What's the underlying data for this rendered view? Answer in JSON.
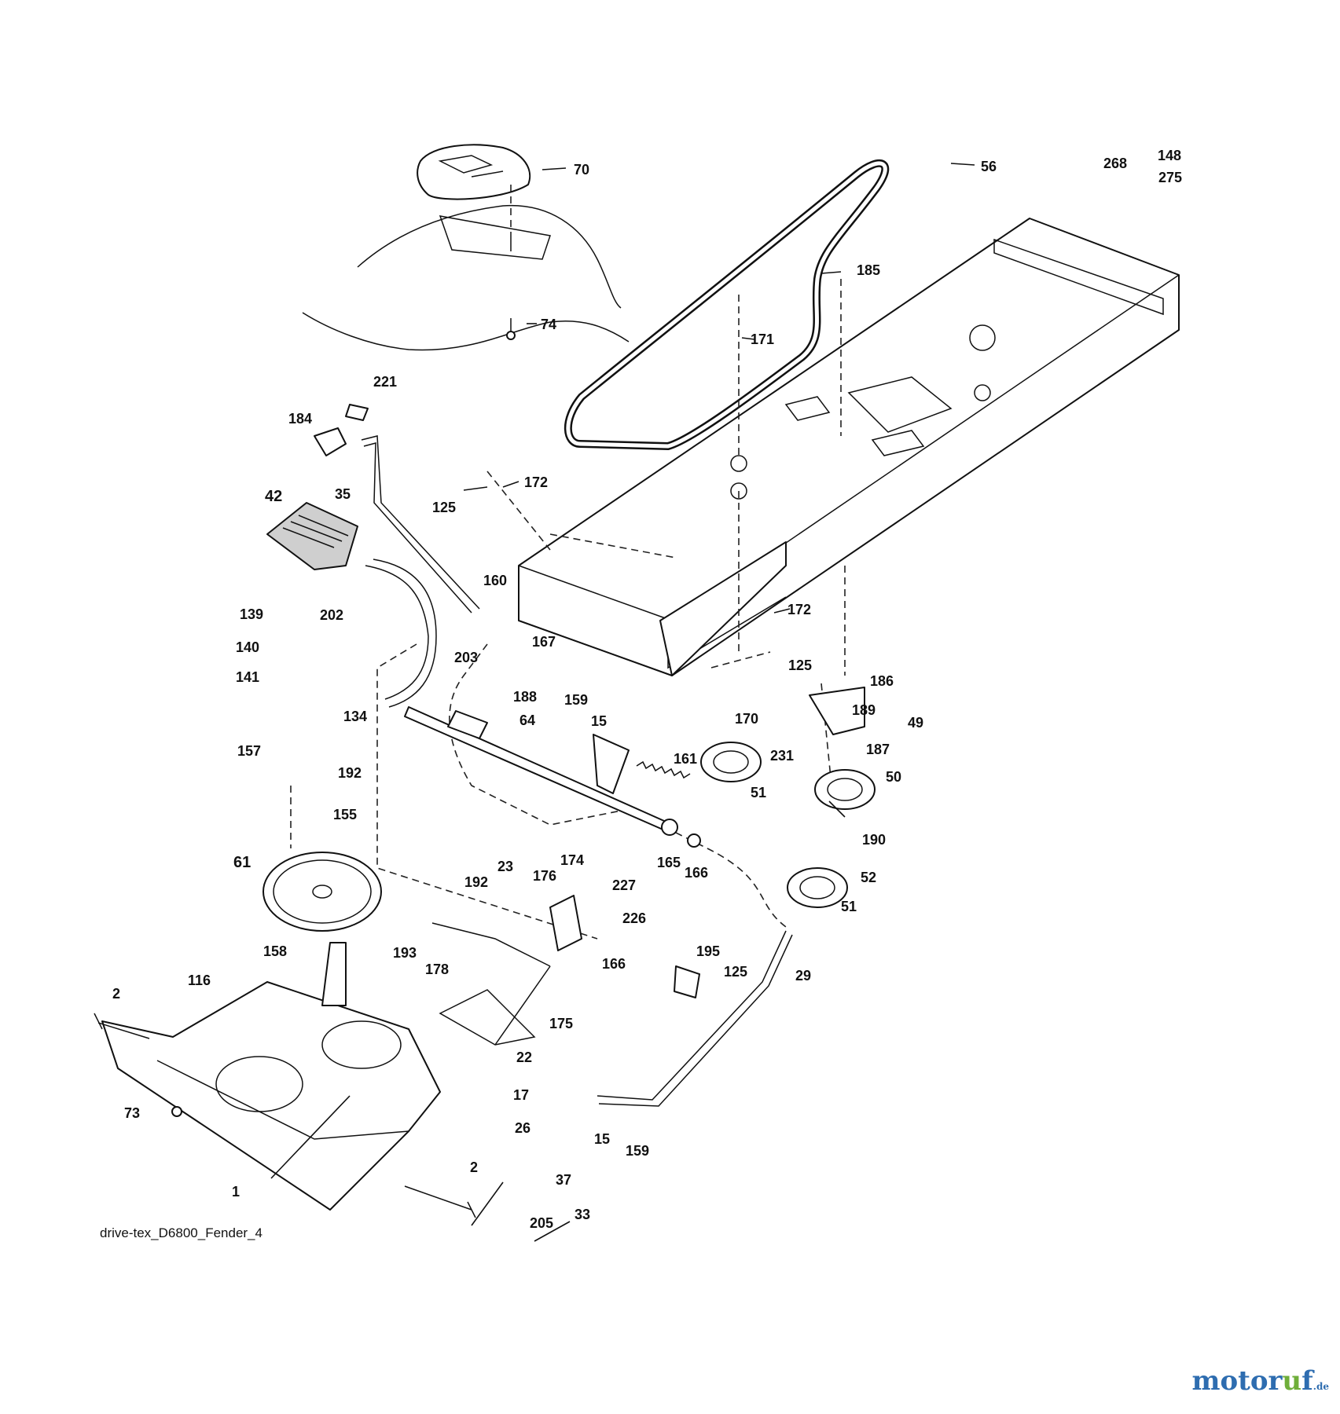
{
  "diagram": {
    "caption": "drive-tex_D6800_Fender_4",
    "watermark": {
      "brand_part1": "motor",
      "brand_o": "u",
      "brand_part2": "f",
      "tld": ".de"
    },
    "callouts": [
      "70",
      "56",
      "268",
      "148",
      "275",
      "185",
      "74",
      "171",
      "221",
      "184",
      "35",
      "42",
      "172",
      "125",
      "160",
      "203",
      "167",
      "139",
      "202",
      "140",
      "141",
      "134",
      "157",
      "192",
      "188",
      "64",
      "159",
      "15",
      "161",
      "170",
      "231",
      "51",
      "172",
      "125",
      "186",
      "189",
      "49",
      "187",
      "50",
      "190",
      "155",
      "61",
      "165",
      "166",
      "23",
      "176",
      "174",
      "192",
      "227",
      "226",
      "158",
      "193",
      "178",
      "166",
      "175",
      "22",
      "116",
      "2",
      "73",
      "17",
      "26",
      "1",
      "2",
      "37",
      "205",
      "33",
      "195",
      "125",
      "29",
      "15",
      "159",
      "52",
      "51"
    ]
  }
}
